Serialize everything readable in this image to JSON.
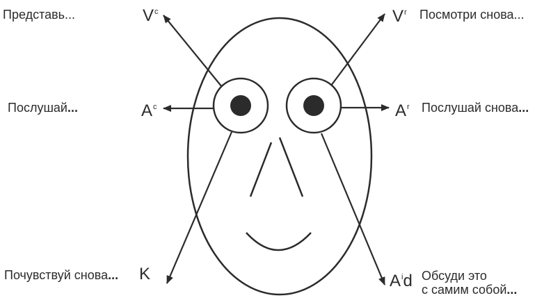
{
  "colors": {
    "ink": "#2b2b2b",
    "background": "#ffffff"
  },
  "labels": {
    "top_left": "Представь...",
    "top_right": "Посмотри снова...",
    "mid_left_text": "Послушай",
    "mid_left_dots": "...",
    "mid_right_text": "Послушай снова",
    "mid_right_dots": "...",
    "bottom_left_text": "Почувствуй снова",
    "bottom_left_dots": "...",
    "bottom_right_line1": "Обсуди это",
    "bottom_right_line2_text": "с самим собой",
    "bottom_right_line2_dots": "..."
  },
  "codes": {
    "vc": {
      "base": "V",
      "sup": "c"
    },
    "vr": {
      "base": "V",
      "sup": "r"
    },
    "ac": {
      "base": "A",
      "sup": "c"
    },
    "ar": {
      "base": "A",
      "sup": "r"
    },
    "k": {
      "base": "K"
    },
    "aid": {
      "base": "A",
      "sup": "i",
      "tail": "d"
    }
  },
  "icons": {
    "face": "face-diagram-icon",
    "eyes": "eye-icon",
    "nose": "nose-icon",
    "mouth": "smile-mouth-icon",
    "arrows": "arrow-icon"
  }
}
